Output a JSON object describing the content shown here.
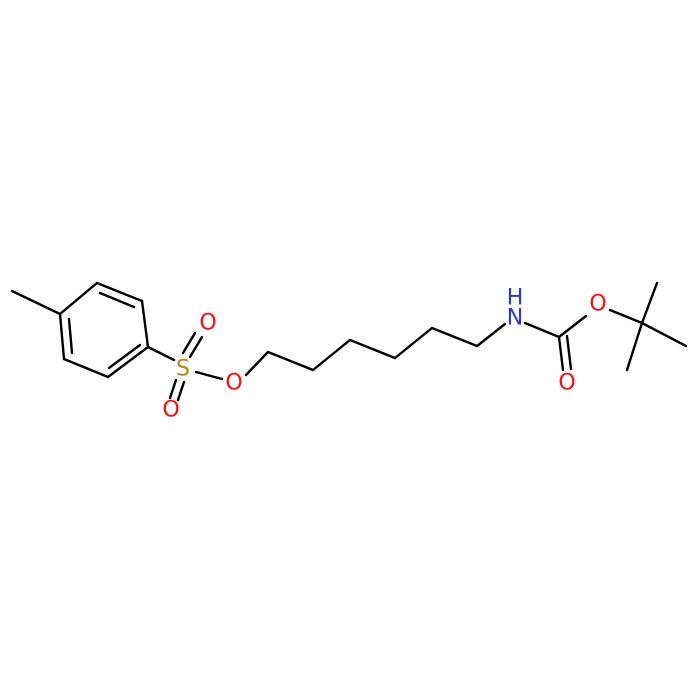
{
  "colors": {
    "bond": "#000000",
    "oxygen": "#ff0d0d",
    "sulfur": "#b8860b",
    "nitrogen": "#2b34e8"
  },
  "atoms": {
    "s1": {
      "symbol": "S",
      "element": "sulfur"
    },
    "o_sulfonyl_top": {
      "symbol": "O",
      "element": "oxygen"
    },
    "o_sulfonyl_bottom": {
      "symbol": "O",
      "element": "oxygen"
    },
    "o_ester": {
      "symbol": "O",
      "element": "oxygen"
    },
    "n_carbamate": {
      "symbol": "N",
      "element": "nitrogen"
    },
    "h_carbamate": {
      "symbol": "H",
      "element": "nitrogen"
    },
    "o_carbonyl": {
      "symbol": "O",
      "element": "oxygen"
    },
    "o_carbamate": {
      "symbol": "O",
      "element": "oxygen"
    }
  }
}
